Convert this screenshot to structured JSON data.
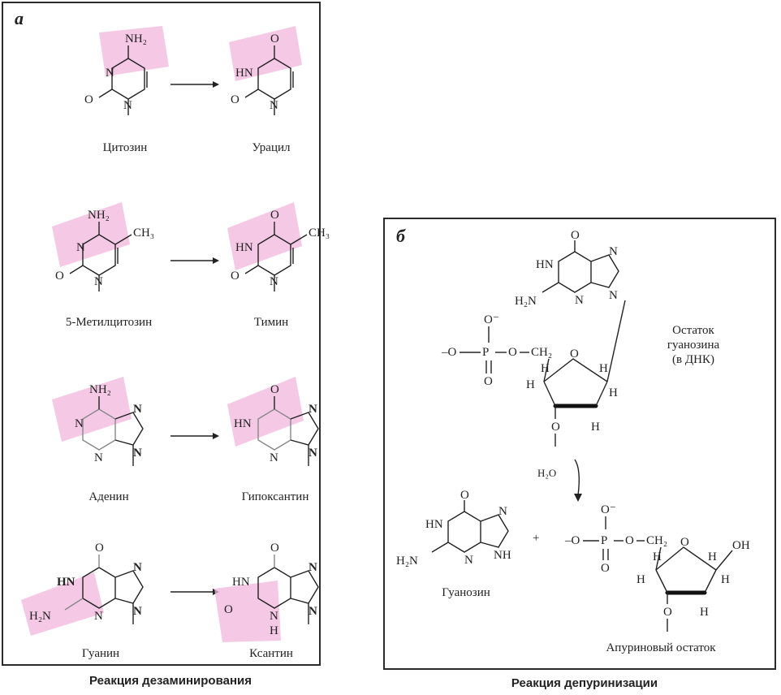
{
  "panel_a": {
    "letter": "а",
    "caption": "Реакция дезаминирования",
    "rows": [
      {
        "left": "Цитозин",
        "right": "Урацил"
      },
      {
        "left": "5-Метилцитозин",
        "right": "Тимин"
      },
      {
        "left": "Аденин",
        "right": "Гипоксантин"
      },
      {
        "left": "Гуанин",
        "right": "Ксантин"
      }
    ]
  },
  "panel_b": {
    "letter": "б",
    "caption": "Реакция депуринизации",
    "residue_label": [
      "Остаток",
      "гуанозина",
      "(в ДНК)"
    ],
    "reagent": "H₂O",
    "product_left": "Гуанозин",
    "product_right": "Апуриновый остаток",
    "plus": "+"
  },
  "atoms": {
    "nh2": "NH₂",
    "h2n": "H₂N",
    "ch3": "CH₃",
    "n": "N",
    "hn": "HN",
    "nh": "NH",
    "o": "O",
    "h": "H",
    "oh": "OH",
    "p": "P",
    "ch2": "CH₂",
    "o_minus": "O⁻",
    "o_dash": "–O",
    "o_end": "O–"
  }
}
